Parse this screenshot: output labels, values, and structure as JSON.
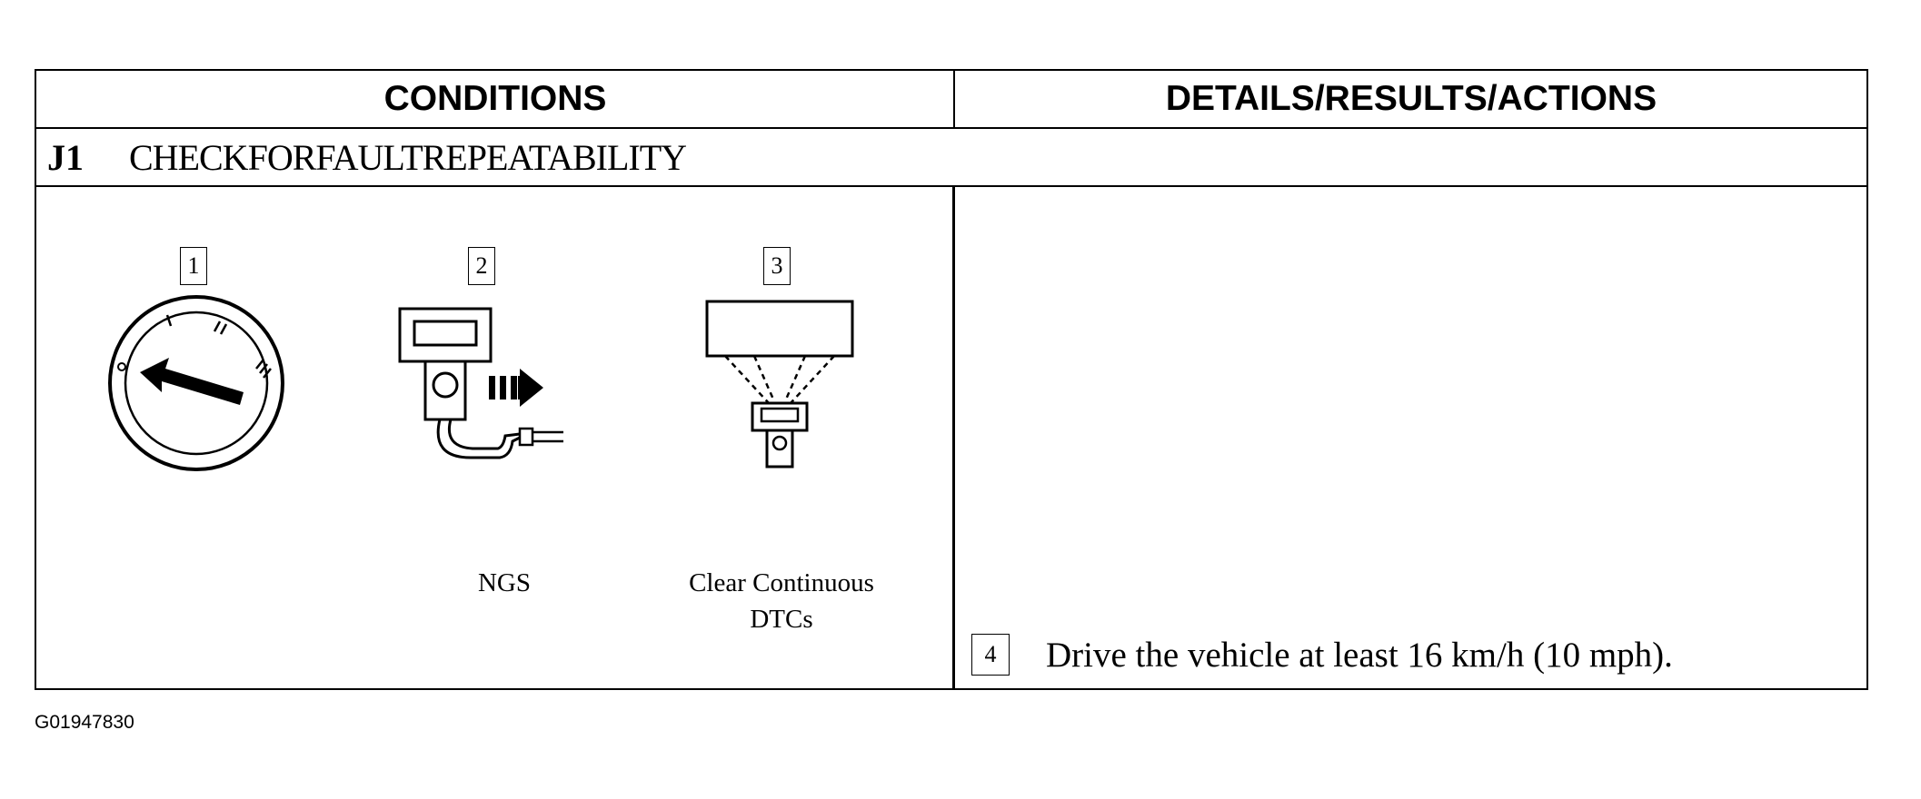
{
  "header": {
    "conditions": "CONDITIONS",
    "details": "DETAILS/RESULTS/ACTIONS"
  },
  "step": {
    "id": "J1",
    "title": "CHECKFORFAULTREPEATABILITY"
  },
  "conditions": {
    "items": [
      {
        "number": "1",
        "caption": "",
        "icon": "ignition-switch-icon"
      },
      {
        "number": "2",
        "caption": "NGS",
        "icon": "ngs-tester-icon"
      },
      {
        "number": "3",
        "caption_line1": "Clear Continuous",
        "caption_line2": "DTCs",
        "icon": "clear-dtcs-icon"
      }
    ]
  },
  "details": {
    "action_number": "4",
    "action_text": "Drive the vehicle at least 16 km/h (10 mph)."
  },
  "figure_id": "G01947830"
}
